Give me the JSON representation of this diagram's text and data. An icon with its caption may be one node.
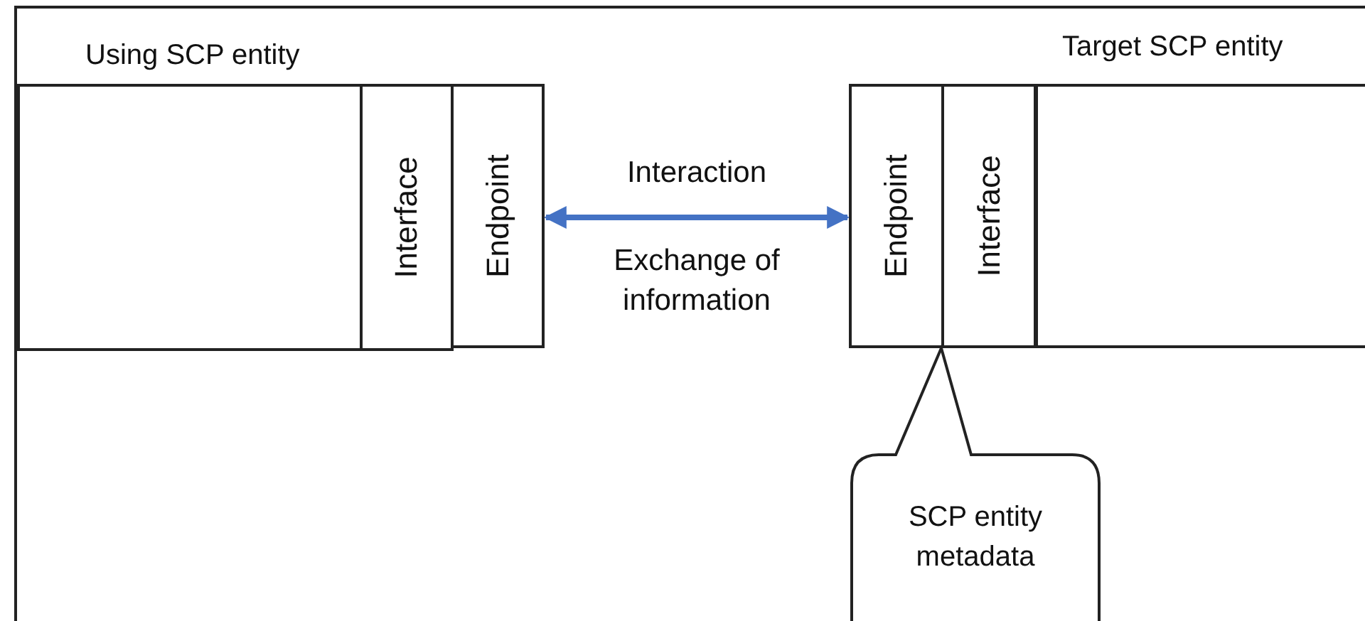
{
  "diagram": {
    "nodes": [
      {
        "text": [
          "Using SCP entity"
        ]
      },
      {
        "text": [
          "Interface"
        ]
      },
      {
        "text": [
          "Endpoint"
        ]
      },
      {
        "text": [
          "Endpoint"
        ]
      },
      {
        "text": [
          "Interface"
        ]
      },
      {
        "text": [
          "Target SCP entity"
        ]
      },
      {
        "text": [
          "SCP entity metadata"
        ]
      }
    ],
    "edges": [
      {
        "from": 2,
        "to": 3,
        "arrow": "both",
        "label": "Interaction",
        "color": "#4472c4"
      }
    ],
    "labels": [
      "Exchange of information"
    ]
  }
}
